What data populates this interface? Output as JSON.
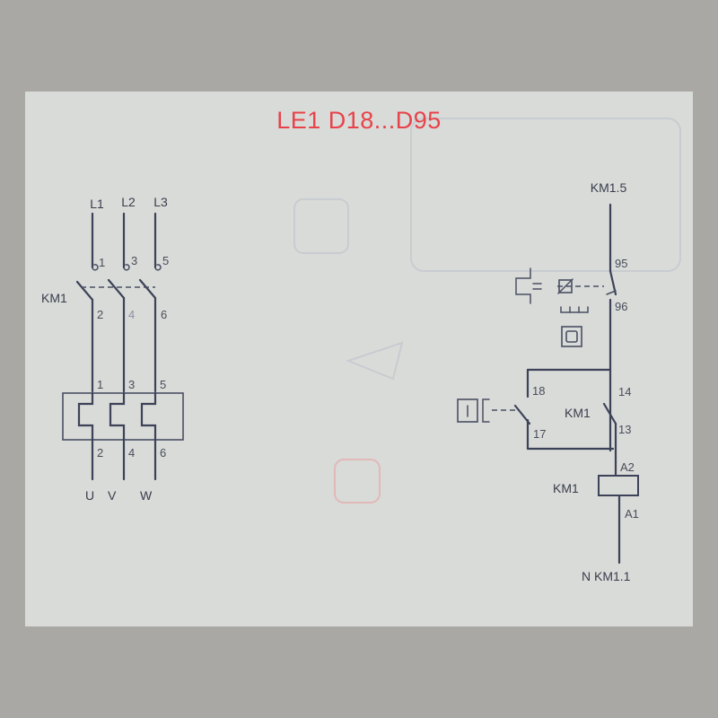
{
  "title": "LE1  D18...D95",
  "power_circuit": {
    "supply_labels": [
      "L1",
      "L2",
      "L3"
    ],
    "top_terminals": [
      "1",
      "3",
      "5"
    ],
    "contactor_label": "KM1",
    "contactor_outputs": [
      "2",
      "4",
      "6"
    ],
    "relay_inputs": [
      "1",
      "3",
      "5"
    ],
    "relay_outputs": [
      "2",
      "4",
      "6"
    ],
    "load_labels": [
      "U",
      "V",
      "W"
    ]
  },
  "control_circuit": {
    "top_label": "KM1.5",
    "overload_contact_top": "95",
    "overload_contact_bottom": "96",
    "start_contact_top": "18",
    "start_contact_bottom": "17",
    "hold_contact_label": "KM1",
    "hold_contact_top": "14",
    "hold_contact_bottom": "13",
    "coil_label": "KM1",
    "coil_top": "A2",
    "coil_bottom": "A1",
    "bottom_label": "N KM1.1"
  }
}
